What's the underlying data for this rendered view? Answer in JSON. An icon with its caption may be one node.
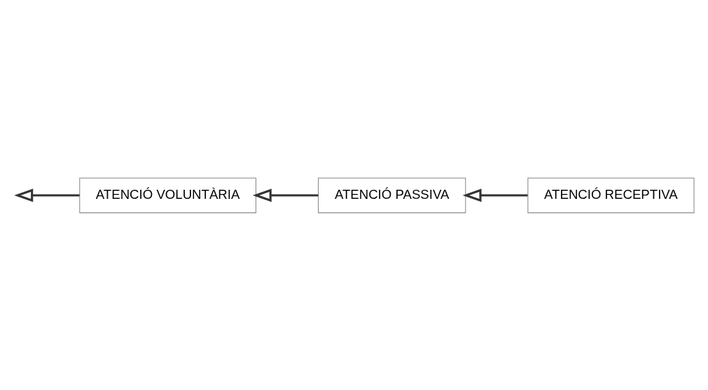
{
  "diagram": {
    "nodes": [
      {
        "text": [
          "ATENCIÓ RECEPTIVA"
        ]
      },
      {
        "text": [
          "ATENCIÓ PASSIVA"
        ]
      },
      {
        "text": [
          "ATENCIÓ VOLUNTÀRIA"
        ]
      }
    ],
    "edges": [
      {
        "from": 0,
        "to": 1,
        "arrow": "to"
      },
      {
        "from": 1,
        "to": 2,
        "arrow": "to"
      },
      {
        "from": 2,
        "to": null,
        "arrow": "to"
      }
    ]
  }
}
